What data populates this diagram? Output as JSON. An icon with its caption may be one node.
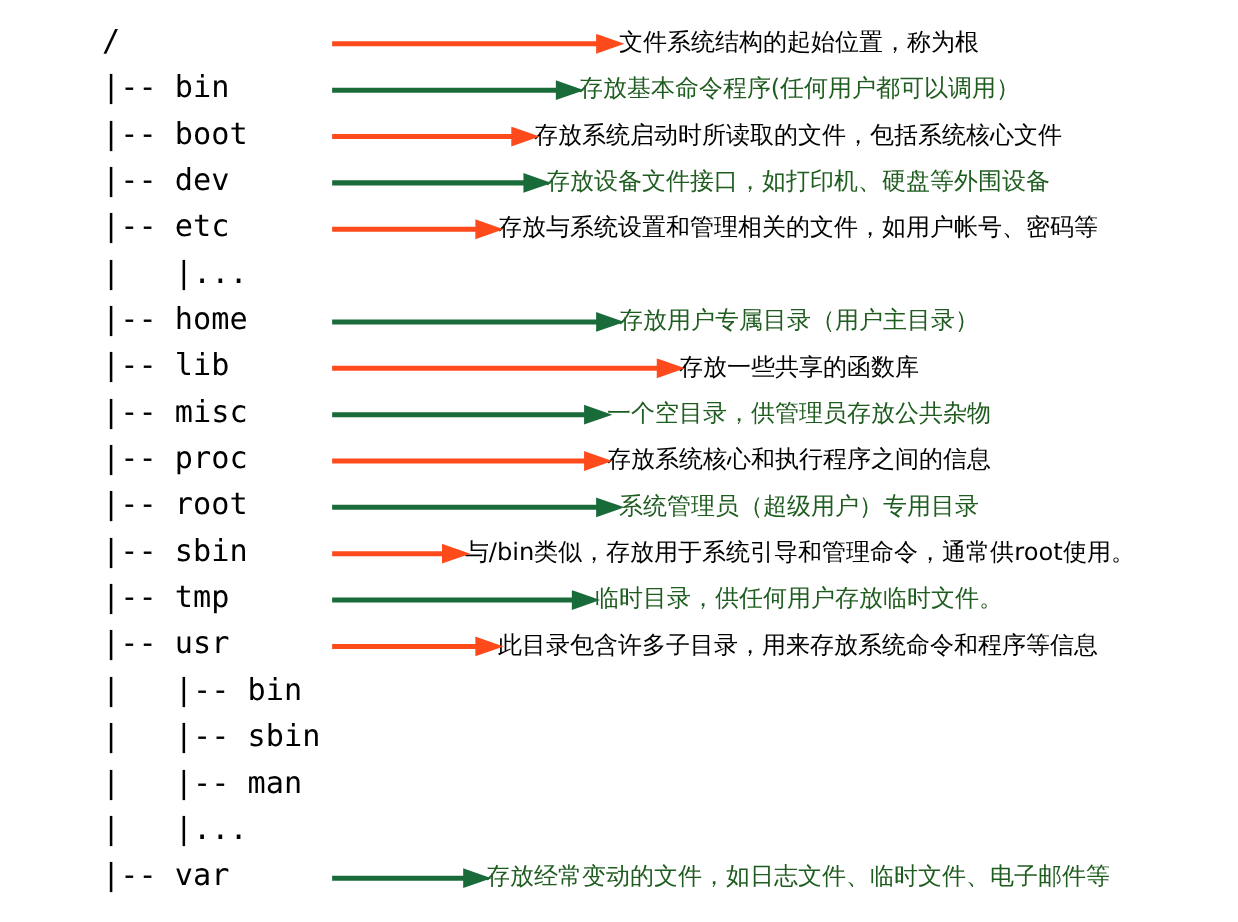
{
  "diagram": {
    "nodes": [
      {
        "text": [
          "/"
        ]
      },
      {
        "text": [
          "文件系统结构的起始位置，称为根"
        ]
      },
      {
        "text": [
          "|-- bin"
        ]
      },
      {
        "text": [
          "存放基本命令程序(任何用户都可以调用）"
        ]
      },
      {
        "text": [
          "|-- boot"
        ]
      },
      {
        "text": [
          "存放系统启动时所读取的文件，包括系统核心文件"
        ]
      },
      {
        "text": [
          "|-- dev"
        ]
      },
      {
        "text": [
          "存放设备文件接口，如打印机、硬盘等外围设备"
        ]
      },
      {
        "text": [
          "|-- etc"
        ]
      },
      {
        "text": [
          "存放与系统设置和管理相关的文件，如用户帐号、密码等"
        ]
      },
      {
        "text": [
          "|-- home"
        ]
      },
      {
        "text": [
          "存放用户专属目录（用户主目录）"
        ]
      },
      {
        "text": [
          "|-- lib"
        ]
      },
      {
        "text": [
          "存放一些共享的函数库"
        ]
      },
      {
        "text": [
          "|-- misc"
        ]
      },
      {
        "text": [
          "一个空目录，供管理员存放公共杂物"
        ]
      },
      {
        "text": [
          "|-- proc"
        ]
      },
      {
        "text": [
          "存放系统核心和执行程序之间的信息"
        ]
      },
      {
        "text": [
          "|-- root"
        ]
      },
      {
        "text": [
          "系统管理员（超级用户）专用目录"
        ]
      },
      {
        "text": [
          "|-- sbin"
        ]
      },
      {
        "text": [
          "与/bin类似，存放用于系统引导和管理命令，通常供root使用。"
        ]
      },
      {
        "text": [
          "|-- tmp"
        ]
      },
      {
        "text": [
          "临时目录，供任何用户存放临时文件。"
        ]
      },
      {
        "text": [
          "|-- usr"
        ]
      },
      {
        "text": [
          "此目录包含许多子目录，用来存放系统命令和程序等信息"
        ]
      },
      {
        "text": [
          "|-- var"
        ]
      },
      {
        "text": [
          "存放经常变动的文件，如日志文件、临时文件、电子邮件等"
        ]
      }
    ],
    "edges": [
      {
        "from": 0,
        "to": 1,
        "arrow": "to",
        "color": "#ff4a1c"
      },
      {
        "from": 2,
        "to": 3,
        "arrow": "to",
        "color": "#1a6b3a"
      },
      {
        "from": 4,
        "to": 5,
        "arrow": "to",
        "color": "#ff4a1c"
      },
      {
        "from": 6,
        "to": 7,
        "arrow": "to",
        "color": "#1a6b3a"
      },
      {
        "from": 8,
        "to": 9,
        "arrow": "to",
        "color": "#ff4a1c"
      },
      {
        "from": 10,
        "to": 11,
        "arrow": "to",
        "color": "#1a6b3a"
      },
      {
        "from": 12,
        "to": 13,
        "arrow": "to",
        "color": "#ff4a1c"
      },
      {
        "from": 14,
        "to": 15,
        "arrow": "to",
        "color": "#1a6b3a"
      },
      {
        "from": 16,
        "to": 17,
        "arrow": "to",
        "color": "#ff4a1c"
      },
      {
        "from": 18,
        "to": 19,
        "arrow": "to",
        "color": "#1a6b3a"
      },
      {
        "from": 20,
        "to": 21,
        "arrow": "to",
        "color": "#ff4a1c"
      },
      {
        "from": 22,
        "to": 23,
        "arrow": "to",
        "color": "#1a6b3a"
      },
      {
        "from": 24,
        "to": 25,
        "arrow": "to",
        "color": "#ff4a1c"
      },
      {
        "from": 26,
        "to": 27,
        "arrow": "to",
        "color": "#1a6b3a"
      }
    ],
    "labels": [
      "|   |...",
      "|   |-- bin",
      "|   |-- sbin",
      "|   |-- man",
      "|   |..."
    ]
  }
}
